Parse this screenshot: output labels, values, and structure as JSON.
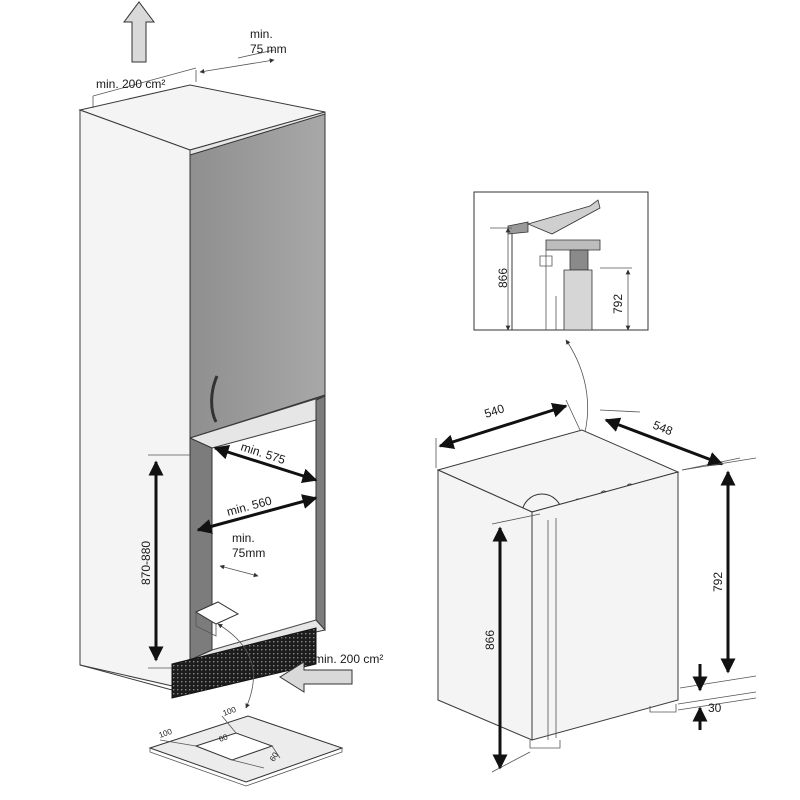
{
  "cabinet": {
    "vent_top": "min. 200 cm²",
    "gap_top_1": "min.",
    "gap_top_2": "75 mm",
    "height": "870-880",
    "depth": "min. 575",
    "width": "min. 560",
    "gap_back_1": "min.",
    "gap_back_2": "75mm",
    "vent_bottom": "min. 200 cm²"
  },
  "floor_cutout": {
    "a": "100",
    "b": "100",
    "c": "60",
    "d": "60"
  },
  "detail": {
    "height_a": "866",
    "height_b": "792"
  },
  "appliance": {
    "width": "540",
    "depth": "548",
    "height_total": "866",
    "height_body": "792",
    "plinth": "30"
  }
}
